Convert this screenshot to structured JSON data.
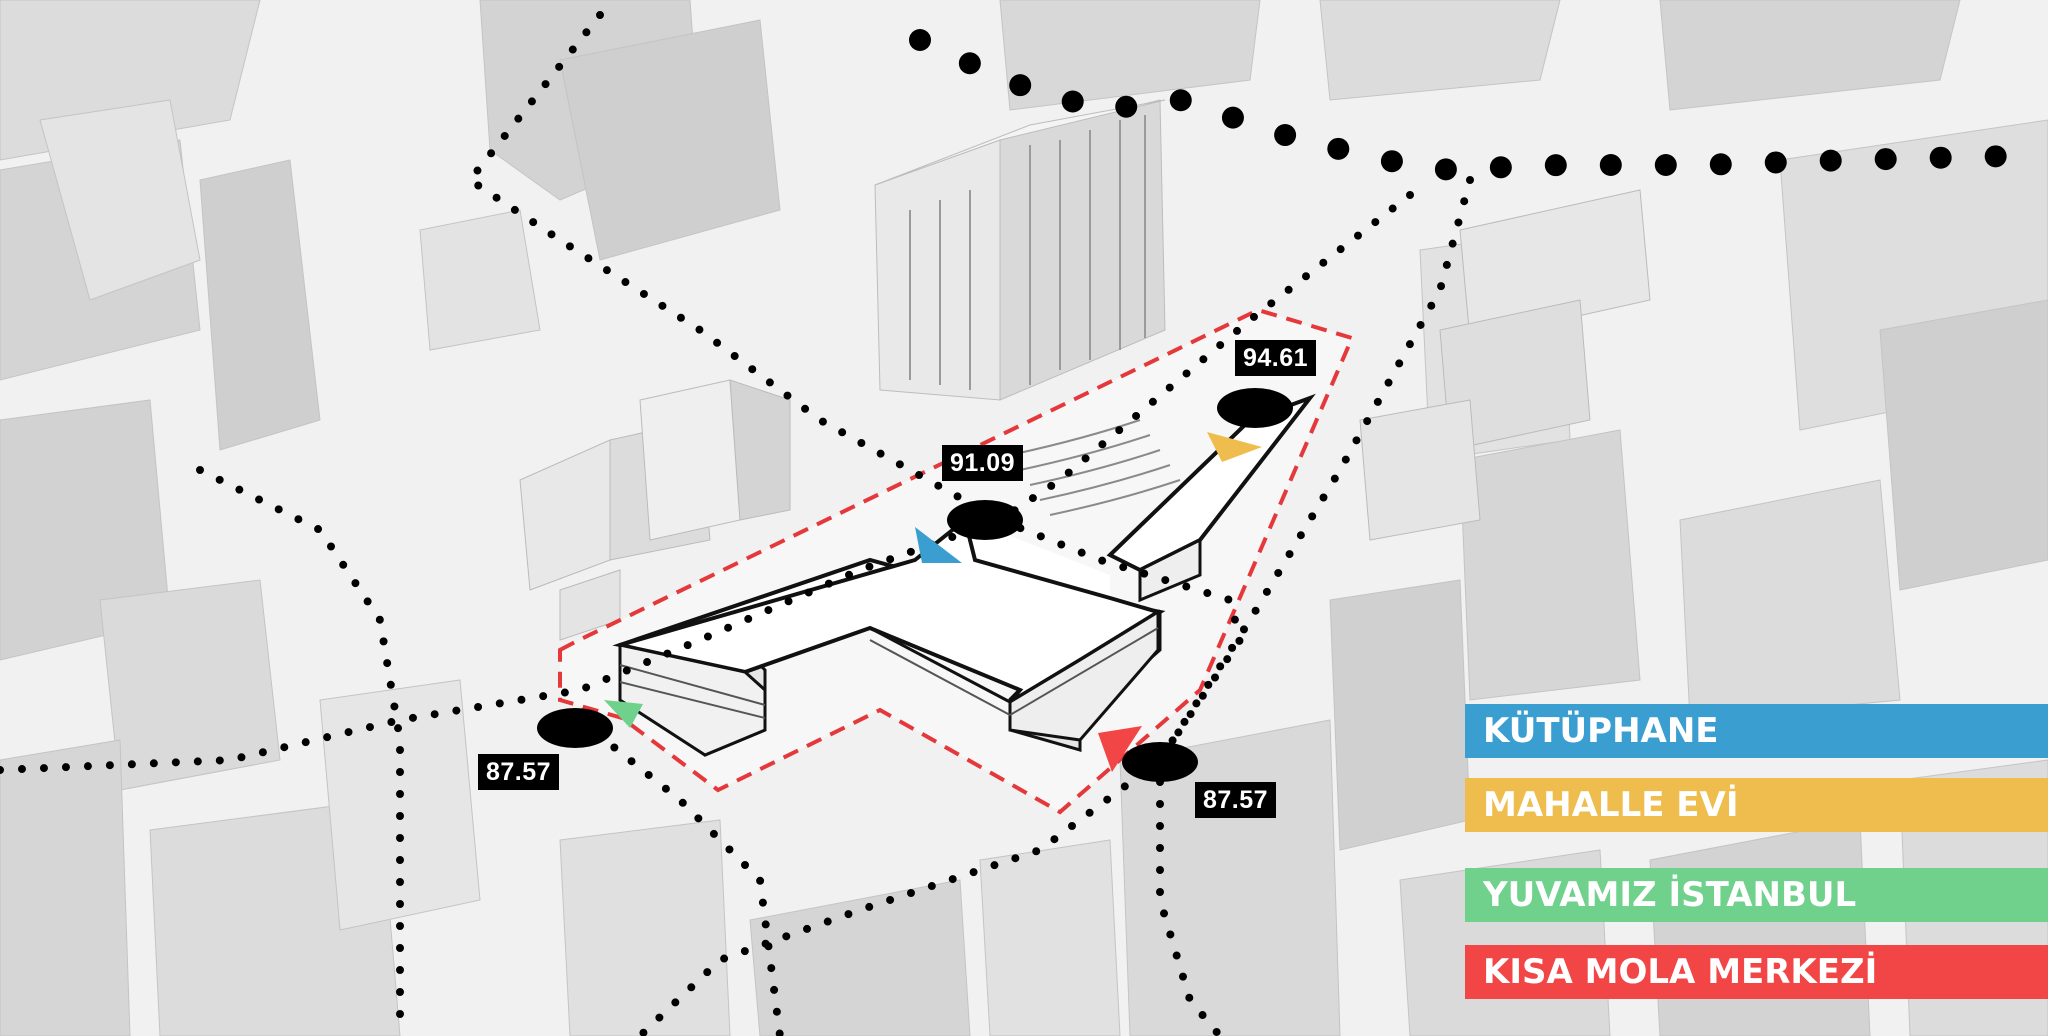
{
  "elevations": {
    "top_right": "94.61",
    "center": "91.09",
    "left": "87.57",
    "right": "87.57"
  },
  "legend": [
    {
      "label": "KÜTÜPHANE",
      "color": "#3a9fd0"
    },
    {
      "label": "MAHALLE EVİ",
      "color": "#efbd4e"
    },
    {
      "label": "YUVAMIZ İSTANBUL",
      "color": "#6fd18c"
    },
    {
      "label": "KISA MOLA MERKEZİ",
      "color": "#f24545"
    }
  ],
  "colors": {
    "boundary": "#e5383b",
    "route": "#000000",
    "building": "#d7d7d7"
  }
}
